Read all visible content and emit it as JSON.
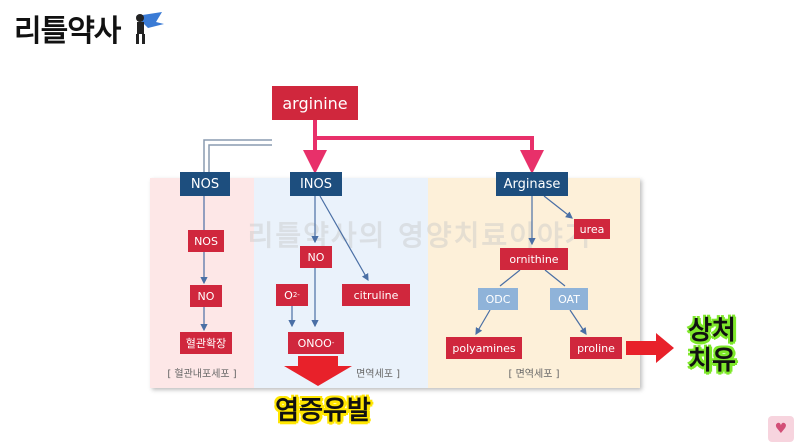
{
  "logo": {
    "text": "리틀약사"
  },
  "watermark": "리틀약사의 영양치료이야기",
  "nodes": {
    "arginine": "arginine",
    "nos_top": "NOS",
    "inos": "INOS",
    "arginase": "Arginase",
    "nos_sub": "NOS",
    "no_left": "NO",
    "vasodilation": "혈관확장",
    "no_mid": "NO",
    "o2": "O",
    "o2_sub": "2",
    "o2_sup": "-",
    "citruline": "citruline",
    "onoo": "ONOO",
    "onoo_sup": "-",
    "urea": "urea",
    "ornithine": "ornithine",
    "odc": "ODC",
    "oat": "OAT",
    "polyamines": "polyamines",
    "proline": "proline"
  },
  "panels": {
    "left_label": "[ 혈관내포세포 ]",
    "mid_label": "면역세포 ]",
    "right_label": "[ 면역세포 ]"
  },
  "callouts": {
    "heal_line1": "상처",
    "heal_line2": "치유",
    "inflammation": "염증유발"
  },
  "colors": {
    "red": "#d0273d",
    "navy": "#1d4e7e",
    "light_blue": "#8fb3d9",
    "pink_arrow": "#e8306a",
    "big_red_arrow": "#e8212a"
  }
}
